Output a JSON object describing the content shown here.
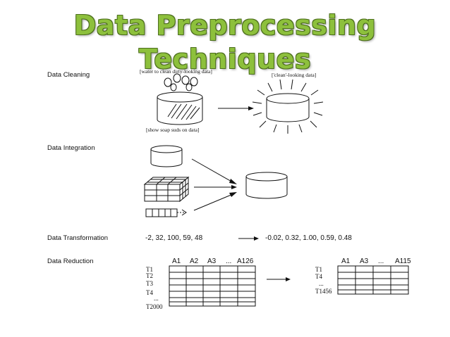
{
  "title": "Data Preprocessing Techniques",
  "cleaning": {
    "label": "Data Cleaning",
    "water_note": "[water to clean dirty-looking data]",
    "clean_note": "['clean'-looking data]",
    "soap_note": "[show soap suds on data]"
  },
  "integration": {
    "label": "Data Integration"
  },
  "transformation": {
    "label": "Data Transformation",
    "before": "-2, 32, 100, 59, 48",
    "after": "-0.02, 0.32, 1.00, 0.59, 0.48"
  },
  "reduction": {
    "label": "Data Reduction",
    "left_table": {
      "headers": [
        "A1",
        "A2",
        "A3",
        "...",
        "A126"
      ],
      "rows": [
        "T1",
        "T2",
        "T3",
        "T4",
        "...",
        "T2000"
      ]
    },
    "right_table": {
      "headers": [
        "A1",
        "A3",
        "...",
        "A115"
      ],
      "rows": [
        "T1",
        "T4",
        "...",
        "T1456"
      ]
    }
  }
}
